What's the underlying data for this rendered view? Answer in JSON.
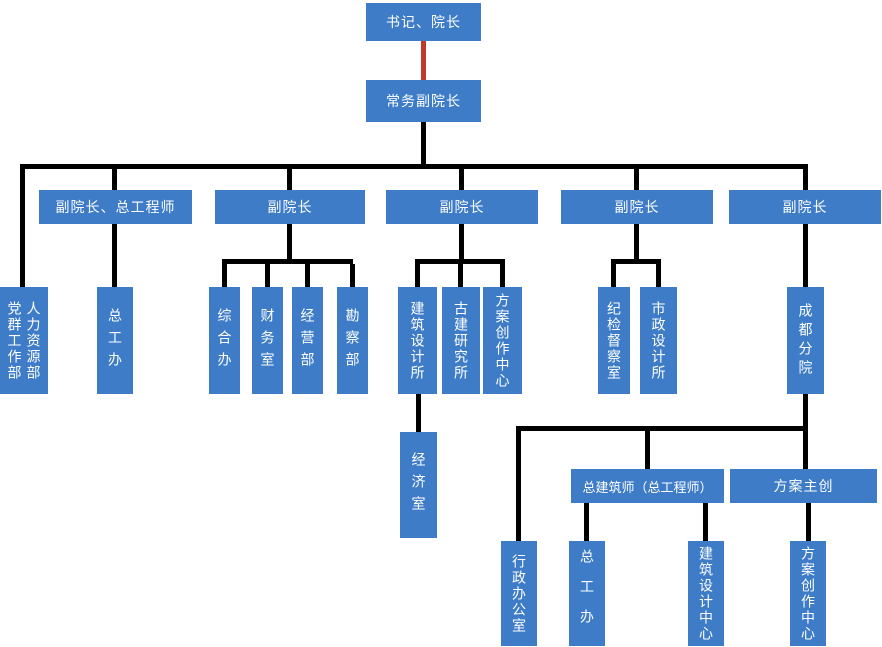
{
  "diagram_type": "org-chart",
  "palette": {
    "node_fill": "#3E7CC8",
    "node_text": "#FFFFFF",
    "connector": "#000000",
    "root_connector": "#C0392B",
    "background": "#FFFFFF"
  },
  "nodes": {
    "root": {
      "label": "书记、院长"
    },
    "exec_vp": {
      "label": "常务副院长"
    },
    "vp_chief_engineer": {
      "label": "副院长、总工程师"
    },
    "vp1": {
      "label": "副院长"
    },
    "vp2": {
      "label": "副院长"
    },
    "vp3": {
      "label": "副院长"
    },
    "vp4": {
      "label": "副院长"
    },
    "party_mass_dept": {
      "label": "党群工作部"
    },
    "hr_dept": {
      "label": "人力资源部"
    },
    "chief_eng_office": {
      "label": "总工办"
    },
    "general_office": {
      "label": "综合办"
    },
    "finance_office": {
      "label": "财务室"
    },
    "operations_dept": {
      "label": "经营部"
    },
    "survey_dept": {
      "label": "勘察部"
    },
    "arch_design_institute": {
      "label": "建筑设计所"
    },
    "ancient_arch_institute": {
      "label": "古建研究所"
    },
    "scheme_creation_center": {
      "label": "方案创作中心"
    },
    "discipline_inspection_office": {
      "label": "纪检督察室"
    },
    "municipal_design_institute": {
      "label": "市政设计所"
    },
    "chengdu_branch": {
      "label": "成都分院"
    },
    "economy_office": {
      "label": "经济室"
    },
    "chief_architect": {
      "label": "总建筑师（总工程师）"
    },
    "scheme_lead": {
      "label": "方案主创"
    },
    "admin_office": {
      "label": "行政办公室"
    },
    "branch_chief_eng_office": {
      "label": "总工办"
    },
    "arch_design_center": {
      "label": "建筑设计中心"
    },
    "branch_scheme_creation_center": {
      "label": "方案创作中心"
    }
  },
  "org_tree": {
    "书记、院长": {
      "常务副院长": {
        "党群工作部/人力资源部": {},
        "副院长、总工程师": {
          "总工办": {}
        },
        "副院长(1)": {
          "综合办": {},
          "财务室": {},
          "经营部": {},
          "勘察部": {}
        },
        "副院长(2)": {
          "建筑设计所": {
            "经济室": {}
          },
          "古建研究所": {},
          "方案创作中心": {}
        },
        "副院长(3)": {
          "纪检督察室": {},
          "市政设计所": {}
        },
        "副院长(4)": {
          "成都分院": {
            "行政办公室": {},
            "总建筑师（总工程师）": {
              "总工办": {},
              "建筑设计中心": {}
            },
            "方案主创": {
              "方案创作中心": {}
            }
          }
        }
      }
    }
  }
}
